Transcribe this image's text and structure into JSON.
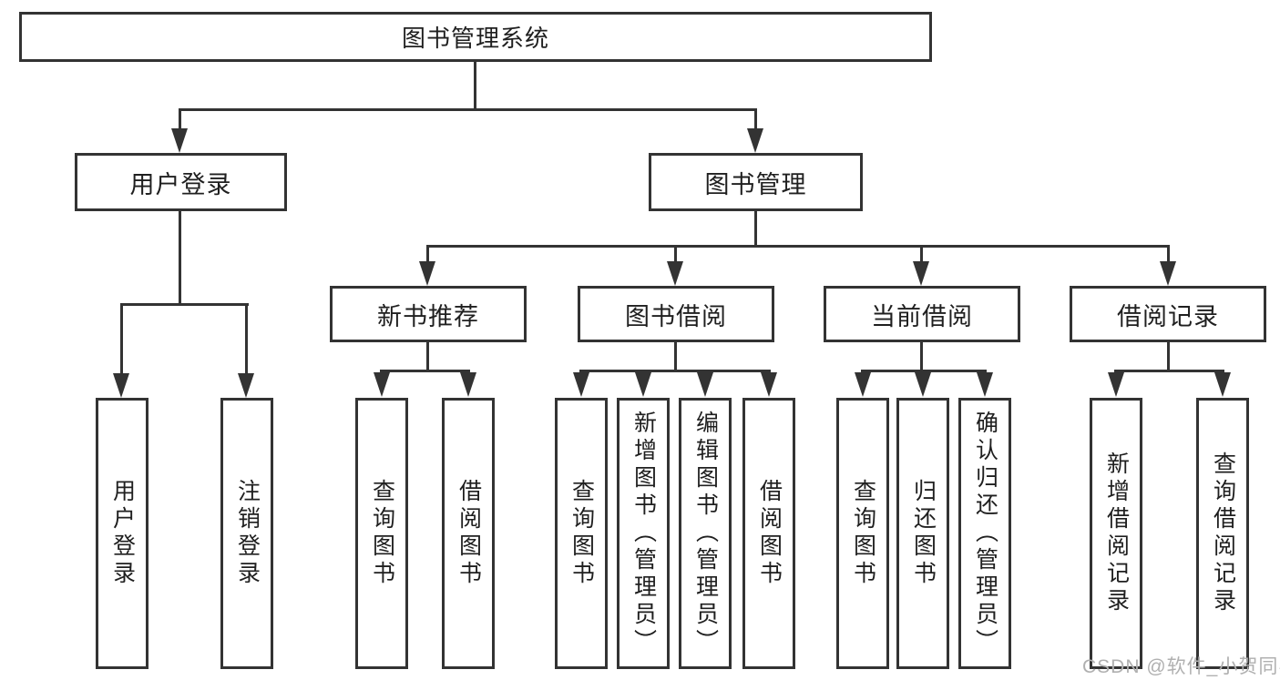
{
  "tree": {
    "label": "图书管理系统",
    "children": [
      {
        "label": "用户登录",
        "children": [
          {
            "label": "用户登录"
          },
          {
            "label": "注销登录"
          }
        ]
      },
      {
        "label": "图书管理",
        "children": [
          {
            "label": "新书推荐",
            "children": [
              {
                "label": "查询图书"
              },
              {
                "label": "借阅图书"
              }
            ]
          },
          {
            "label": "图书借阅",
            "children": [
              {
                "label": "查询图书"
              },
              {
                "label": "新增图书（管理员）"
              },
              {
                "label": "编辑图书（管理员）"
              },
              {
                "label": "借阅图书"
              }
            ]
          },
          {
            "label": "当前借阅",
            "children": [
              {
                "label": "查询图书"
              },
              {
                "label": "归还图书"
              },
              {
                "label": "确认归还（管理员）"
              }
            ]
          },
          {
            "label": "借阅记录",
            "children": [
              {
                "label": "新增借阅记录"
              },
              {
                "label": "查询借阅记录"
              }
            ]
          }
        ]
      }
    ]
  },
  "watermark": {
    "text": "CSDN @软件_小贺同学"
  },
  "colors": {
    "line": "#333333",
    "box_border": "#333333",
    "text": "#1f1f1f",
    "watermark": "#b0b0b0",
    "background": "#ffffff"
  }
}
